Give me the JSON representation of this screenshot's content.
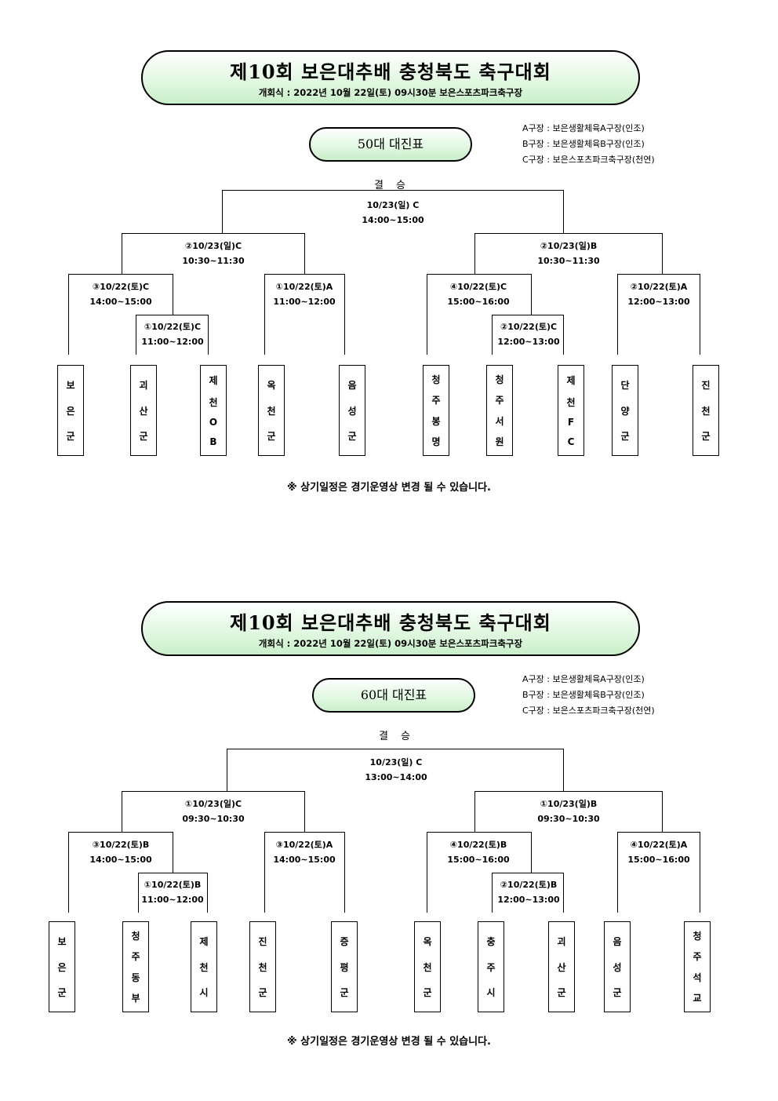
{
  "sections": [
    {
      "title": "제10회 보은대추배 충청북도 축구대회",
      "subtitle": "개회식 : 2022년 10월 22일(토) 09시30분 보은스포츠파크축구장",
      "bracket_name": "50대 대진표",
      "venues": [
        "A구장 : 보은생활체육A구장(인조)",
        "B구장 : 보은생활체육B구장(인조)",
        "C구장 : 보은스포츠파크축구장(천연)"
      ],
      "final_label": "결 승",
      "final": {
        "date": "10/23(일) C",
        "time": "14:00~15:00"
      },
      "semis": [
        {
          "date": "②10/23(일)C",
          "time": "10:30~11:30"
        },
        {
          "date": "②10/23(일)B",
          "time": "10:30~11:30"
        }
      ],
      "quarters": [
        {
          "date": "③10/22(토)C",
          "time": "14:00~15:00"
        },
        {
          "date": "①10/22(토)A",
          "time": "11:00~12:00"
        },
        {
          "date": "④10/22(토)C",
          "time": "15:00~16:00"
        },
        {
          "date": "②10/22(토)A",
          "time": "12:00~13:00"
        }
      ],
      "firsts": [
        {
          "date": "①10/22(토)C",
          "time": "11:00~12:00"
        },
        {
          "date": "②10/22(토)C",
          "time": "12:00~13:00"
        }
      ],
      "teams": [
        [
          "보",
          "은",
          "군"
        ],
        [
          "괴",
          "산",
          "군"
        ],
        [
          "제",
          "천",
          "O",
          "B"
        ],
        [
          "옥",
          "천",
          "군"
        ],
        [
          "음",
          "성",
          "군"
        ],
        [
          "청",
          "주",
          "봉",
          "명"
        ],
        [
          "청",
          "주",
          "서",
          "원"
        ],
        [
          "제",
          "천",
          "F",
          "C"
        ],
        [
          "단",
          "양",
          "군"
        ],
        [
          "진",
          "천",
          "군"
        ]
      ],
      "note": "※ 상기일정은 경기운영상 변경 될 수 있습니다."
    },
    {
      "title": "제10회 보은대추배 충청북도 축구대회",
      "subtitle": "개회식 : 2022년 10월 22일(토) 09시30분 보은스포츠파크축구장",
      "bracket_name": "60대 대진표",
      "venues": [
        "A구장 : 보은생활체육A구장(인조)",
        "B구장 : 보은생활체육B구장(인조)",
        "C구장 : 보은스포츠파크축구장(천연)"
      ],
      "final_label": "결 승",
      "final": {
        "date": "10/23(일) C",
        "time": "13:00~14:00"
      },
      "semis": [
        {
          "date": "①10/23(일)C",
          "time": "09:30~10:30"
        },
        {
          "date": "①10/23(일)B",
          "time": "09:30~10:30"
        }
      ],
      "quarters": [
        {
          "date": "③10/22(토)B",
          "time": "14:00~15:00"
        },
        {
          "date": "③10/22(토)A",
          "time": "14:00~15:00"
        },
        {
          "date": "④10/22(토)B",
          "time": "15:00~16:00"
        },
        {
          "date": "④10/22(토)A",
          "time": "15:00~16:00"
        }
      ],
      "firsts": [
        {
          "date": "①10/22(토)B",
          "time": "11:00~12:00"
        },
        {
          "date": "②10/22(토)B",
          "time": "12:00~13:00"
        }
      ],
      "teams": [
        [
          "보",
          "은",
          "군"
        ],
        [
          "청",
          "주",
          "동",
          "부"
        ],
        [
          "제",
          "천",
          "시"
        ],
        [
          "진",
          "천",
          "군"
        ],
        [
          "증",
          "평",
          "군"
        ],
        [
          "옥",
          "천",
          "군"
        ],
        [
          "충",
          "주",
          "시"
        ],
        [
          "괴",
          "산",
          "군"
        ],
        [
          "음",
          "성",
          "군"
        ],
        [
          "청",
          "주",
          "석",
          "교"
        ]
      ],
      "note": "※ 상기일정은 경기운영상 변경 될 수 있습니다."
    }
  ]
}
